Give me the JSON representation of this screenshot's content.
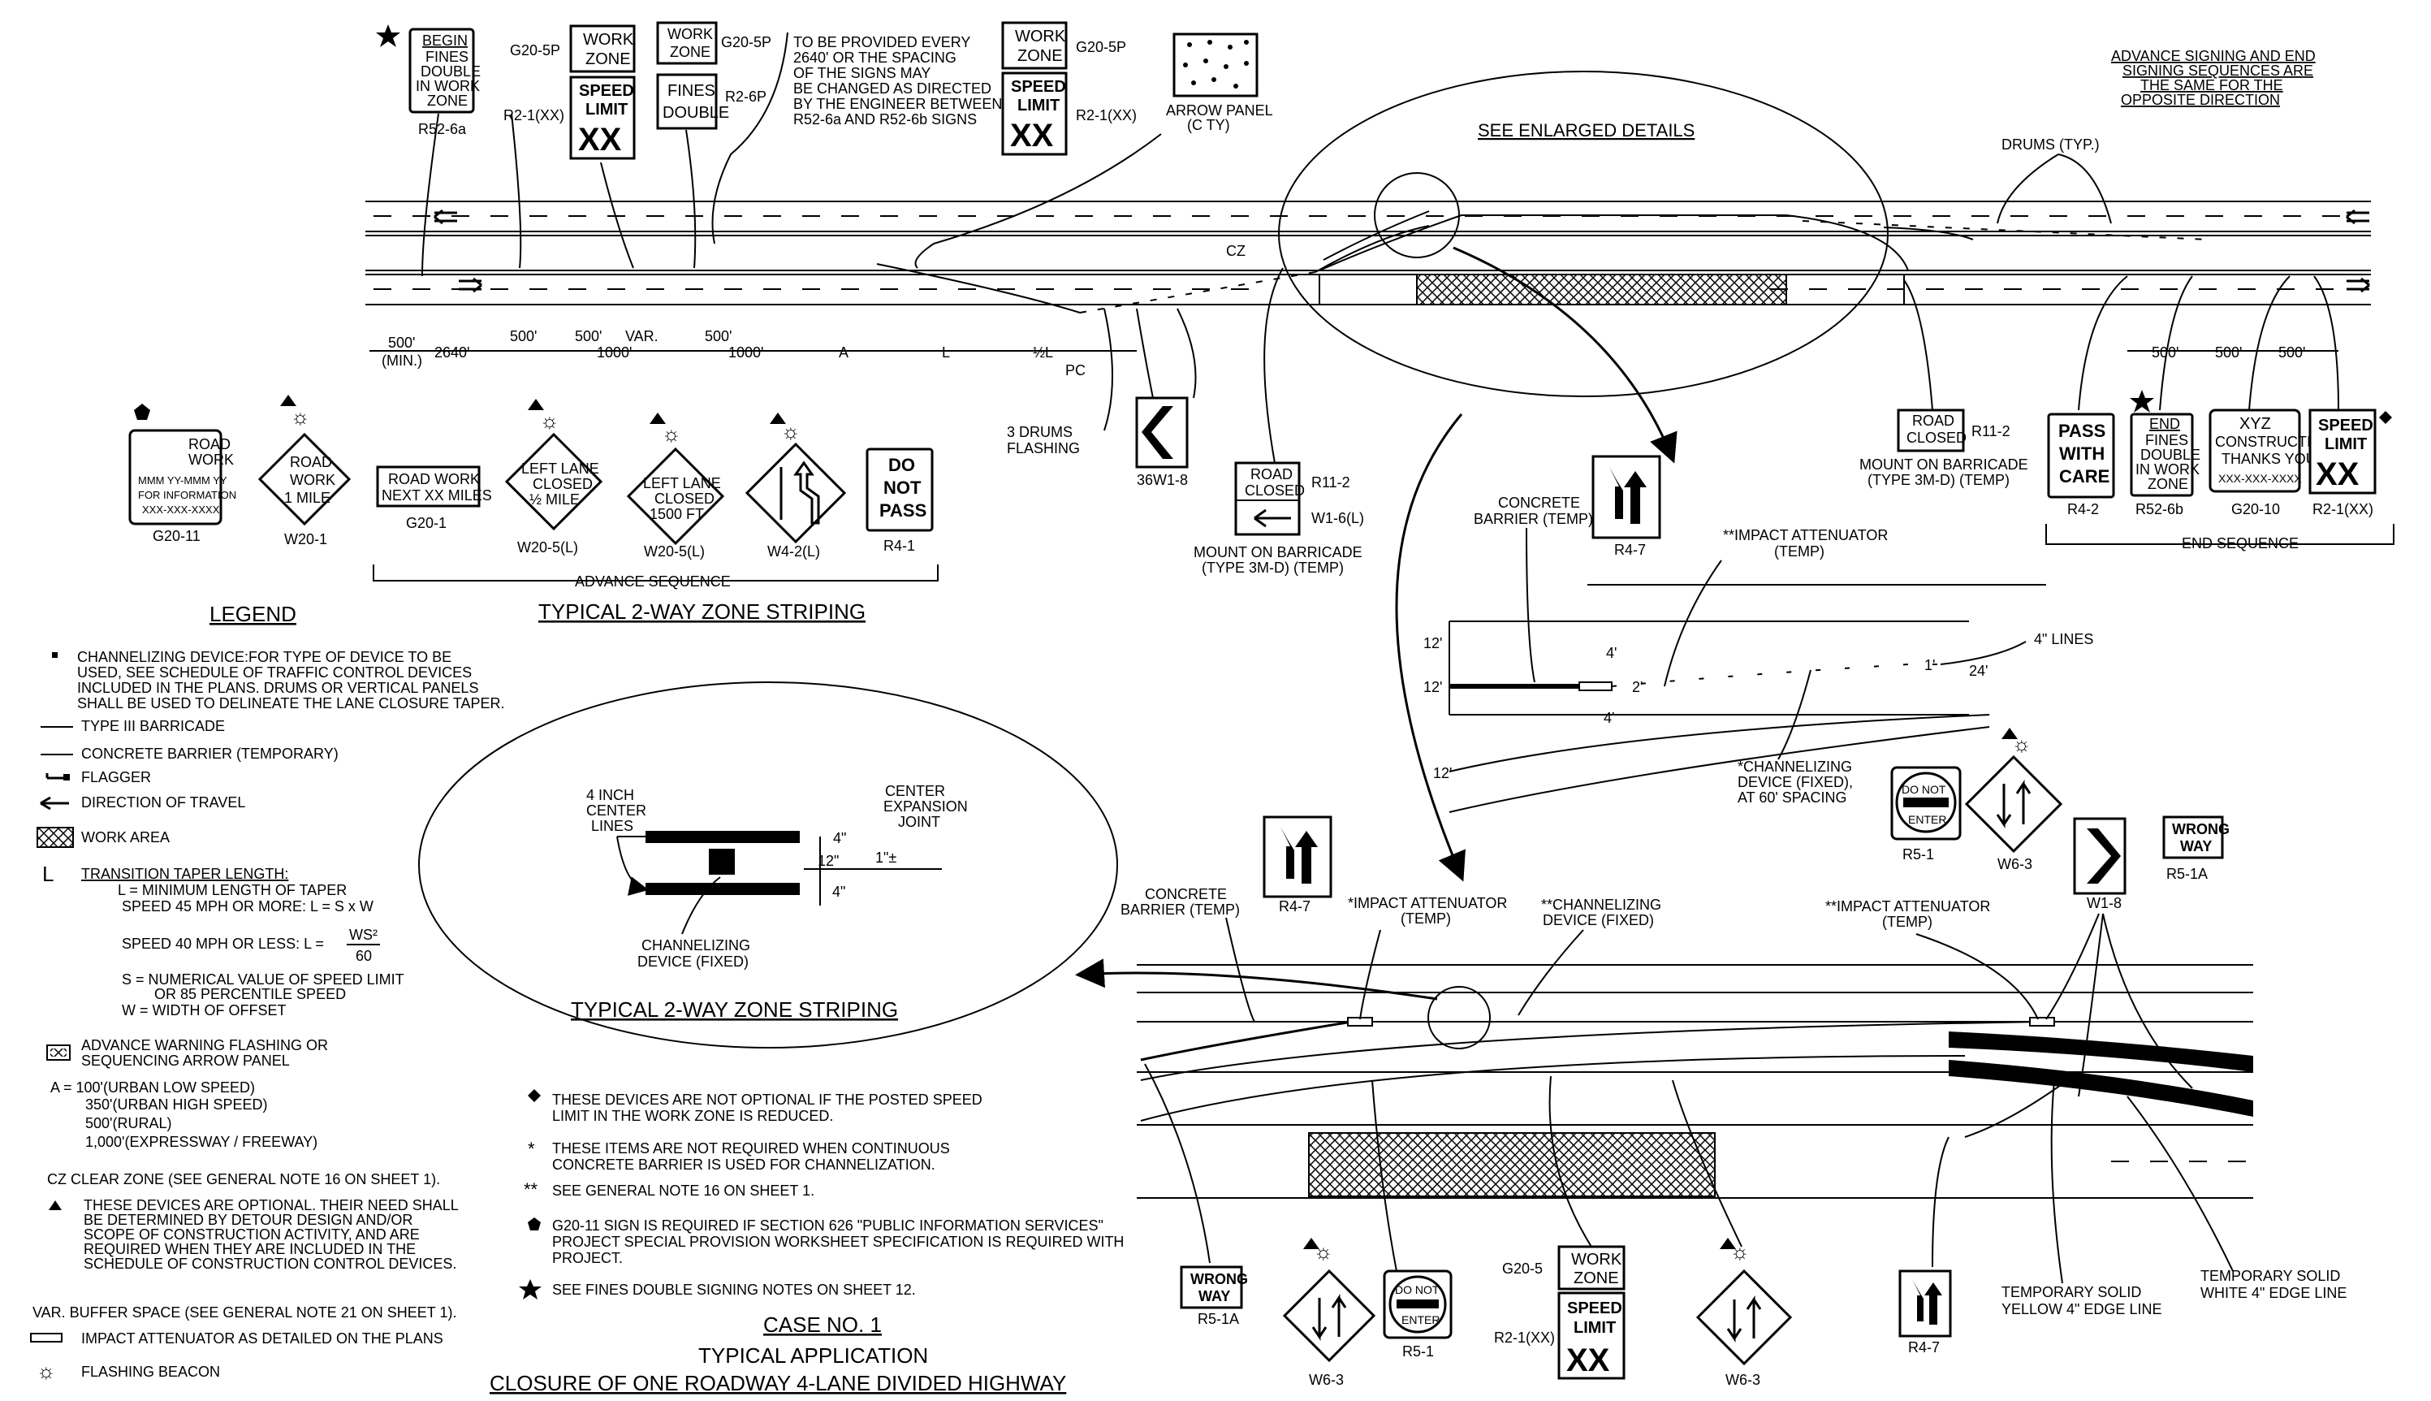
{
  "legend": {
    "title": "LEGEND",
    "channelizing": [
      "CHANNELIZING DEVICE:FOR TYPE OF DEVICE TO BE",
      "USED, SEE SCHEDULE OF TRAFFIC CONTROL DEVICES",
      "INCLUDED IN THE PLANS. DRUMS OR VERTICAL PANELS",
      "SHALL BE USED TO DELINEATE THE LANE CLOSURE TAPER."
    ],
    "barricade": "TYPE III BARRICADE",
    "concrete": "CONCRETE BARRIER (TEMPORARY)",
    "flagger": "FLAGGER",
    "direction": "DIRECTION OF TRAVEL",
    "work_area": "WORK AREA",
    "L_symbol": "L",
    "taper": [
      "TRANSITION TAPER LENGTH:",
      "L = MINIMUM LENGTH OF TAPER",
      "SPEED 45 MPH OR MORE: L = S x W",
      "SPEED 40 MPH OR LESS: L =",
      "WS²",
      "60",
      "S = NUMERICAL VALUE OF SPEED LIMIT",
      "OR 85 PERCENTILE SPEED",
      "W = WIDTH OF OFFSET"
    ],
    "advance": [
      "ADVANCE WARNING FLASHING OR",
      "SEQUENCING ARROW PANEL"
    ],
    "A_vals": [
      "A = 100'(URBAN LOW SPEED)",
      "350'(URBAN HIGH SPEED)",
      "500'(RURAL)",
      "1,000'(EXPRESSWAY / FREEWAY)"
    ],
    "cz": "CZ  CLEAR ZONE (SEE GENERAL NOTE 16 ON SHEET 1).",
    "optional": [
      "THESE DEVICES ARE OPTIONAL. THEIR NEED SHALL",
      "BE DETERMINED BY DETOUR DESIGN AND/OR",
      "SCOPE OF CONSTRUCTION ACTIVITY, AND ARE",
      "REQUIRED WHEN THEY ARE INCLUDED IN THE",
      "SCHEDULE OF CONSTRUCTION CONTROL DEVICES."
    ],
    "var": "VAR.  BUFFER SPACE (SEE GENERAL NOTE 21 ON SHEET 1).",
    "attenuator": "IMPACT ATTENUATOR AS DETAILED ON THE PLANS",
    "beacon": "FLASHING BEACON"
  },
  "notes": {
    "diamond": [
      "THESE DEVICES ARE NOT OPTIONAL IF THE POSTED SPEED",
      "LIMIT IN THE WORK ZONE IS REDUCED."
    ],
    "star1": [
      "THESE ITEMS ARE NOT REQUIRED WHEN CONTINUOUS",
      "CONCRETE BARRIER IS USED FOR CHANNELIZATION."
    ],
    "star2": "SEE GENERAL NOTE 16 ON SHEET 1.",
    "pentagon": [
      "G20-11 SIGN IS REQUIRED IF SECTION 626 \"PUBLIC INFORMATION SERVICES\"",
      "PROJECT SPECIAL PROVISION WORKSHEET SPECIFICATION IS REQUIRED WITH",
      "PROJECT."
    ],
    "fines": "SEE FINES DOUBLE SIGNING NOTES ON SHEET 12."
  },
  "titles": {
    "case": "CASE NO. 1",
    "typical": "TYPICAL APPLICATION",
    "closure": "CLOSURE OF ONE ROADWAY 4-LANE DIVIDED HIGHWAY",
    "striping1": "TYPICAL 2-WAY ZONE STRIPING",
    "striping2": "TYPICAL 2-WAY ZONE STRIPING",
    "enlarged": "SEE ENLARGED DETAILS",
    "advance_seq": "ADVANCE SEQUENCE",
    "end_seq": "END SEQUENCE",
    "opposite": [
      "ADVANCE SIGNING AND END",
      "SIGNING SEQUENCES ARE",
      "THE SAME FOR THE",
      "OPPOSITE DIRECTION"
    ]
  },
  "top_signs": {
    "r52_6a": [
      "BEGIN",
      "FINES",
      "DOUBLE",
      "IN WORK",
      "ZONE"
    ],
    "r52_6a_code": "R52-6a",
    "g20_5p_a": "G20-5P",
    "r2_1_a": "R2-1(XX)",
    "work_zone": [
      "WORK",
      "ZONE"
    ],
    "speed_limit": [
      "SPEED",
      "LIMIT",
      "XX"
    ],
    "fines_double": [
      "FINES",
      "DOUBLE"
    ],
    "r2_6p": "R2-6P",
    "g20_5p_b": "G20-5P",
    "spacing_note": [
      "TO BE PROVIDED EVERY",
      "2640' OR THE SPACING",
      "OF THE SIGNS MAY",
      "BE CHANGED AS DIRECTED",
      "BY THE ENGINEER BETWEEN",
      "R52-6a AND R52-6b SIGNS"
    ],
    "g20_5p_c": "G20-5P",
    "r2_1_c": "R2-1(XX)",
    "arrow_panel": [
      "ARROW PANEL",
      "(C TY)"
    ],
    "drums": "DRUMS (TYP.)",
    "cz": "CZ"
  },
  "dims": [
    "500'",
    "(MIN.)",
    "2640'",
    "500'",
    "500'",
    "VAR.",
    "1000'",
    "500'",
    "1000'",
    "A",
    "L",
    "½L",
    "PC",
    "500'",
    "500'",
    "500'"
  ],
  "bottom_signs": {
    "g20_11": [
      "ROAD",
      "WORK",
      "MMM YY-MMM YY",
      "FOR INFORMATION",
      "XXX-XXX-XXXX"
    ],
    "g20_11_code": "G20-11",
    "w20_1": [
      "ROAD",
      "WORK",
      "1 MILE"
    ],
    "w20_1_code": "W20-1",
    "g20_1": [
      "ROAD WORK",
      "NEXT XX MILES"
    ],
    "g20_1_code": "G20-1",
    "w20_5a": [
      "LEFT LANE",
      "CLOSED",
      "½ MILE"
    ],
    "w20_5a_code": "W20-5(L)",
    "w20_5b": [
      "LEFT LANE",
      "CLOSED",
      "1500 FT"
    ],
    "w20_5b_code": "W20-5(L)",
    "w4_2_code": "W4-2(L)",
    "r4_1": [
      "DO",
      "NOT",
      "PASS"
    ],
    "r4_1_code": "R4-1",
    "drums_flashing": [
      "3 DRUMS",
      "FLASHING"
    ],
    "w1_8_code": "36W1-8",
    "r11_2a": [
      "ROAD",
      "CLOSED"
    ],
    "r11_2a_code": "R11-2",
    "w1_6_code": "W1-6(L)",
    "mount_a": [
      "MOUNT ON BARRICADE",
      "(TYPE 3M-D) (TEMP)"
    ],
    "r11_2b_code": "R11-2",
    "mount_b": [
      "MOUNT ON BARRICADE",
      "(TYPE 3M-D) (TEMP)"
    ],
    "r4_2": [
      "PASS",
      "WITH",
      "CARE"
    ],
    "r4_2_code": "R4-2",
    "r52_6b": [
      "END",
      "FINES",
      "DOUBLE",
      "IN WORK",
      "ZONE"
    ],
    "r52_6b_code": "R52-6b",
    "g20_10": [
      "XYZ",
      "CONSTRUCTION",
      "THANKS YOU",
      "XXX-XXX-XXXX"
    ],
    "g20_10_code": "G20-10",
    "r2_1_end_code": "R2-1(XX)"
  },
  "detail1": {
    "concrete": [
      "CONCRETE",
      "BARRIER (TEMP)"
    ],
    "r4_7": "R4-7",
    "attenuator": [
      "**IMPACT ATTENUATOR",
      "(TEMP)"
    ],
    "lines4": "4\" LINES",
    "d12a": "12'",
    "d12b": "12'",
    "d12c": "12'",
    "d4a": "4'",
    "d4b": "4'",
    "d2": "2'",
    "d1": "1'",
    "d24": "24'",
    "channelizing": [
      "*CHANNELIZING",
      "DEVICE (FIXED),",
      "AT 60' SPACING"
    ],
    "r5_1": [
      "DO NOT",
      "ENTER"
    ],
    "r5_1_code": "R5-1",
    "w6_3_code": "W6-3"
  },
  "stripe_detail": {
    "center_lines": [
      "4 INCH",
      "CENTER",
      "LINES"
    ],
    "expansion": [
      "CENTER",
      "EXPANSION",
      "JOINT"
    ],
    "d4a": "4\"",
    "d12": "12\"",
    "d4b": "4\"",
    "d1": "1\"±",
    "channel": [
      "CHANNELIZING",
      "DEVICE (FIXED)"
    ]
  },
  "detail2": {
    "concrete": [
      "CONCRETE",
      "BARRIER (TEMP)"
    ],
    "r4_7_code": "R4-7",
    "attenuator1": [
      "*IMPACT ATTENUATOR",
      "(TEMP)"
    ],
    "channelizing": [
      "**CHANNELIZING",
      "DEVICE (FIXED)"
    ],
    "attenuator2": [
      "**IMPACT ATTENUATOR",
      "(TEMP)"
    ],
    "w1_8_code": "W1-8",
    "wrong_way": [
      "WRONG",
      "WAY"
    ],
    "r5_1a_code": "R5-1A",
    "wrong_way2": [
      "WRONG",
      "WAY"
    ],
    "r5_1a_code2": "R5-1A",
    "w6_3_code": "W6-3",
    "r5_1": [
      "DO NOT",
      "ENTER"
    ],
    "r5_1_code": "R5-1",
    "g20_5_code": "G20-5",
    "r2_1_code": "R2-1(XX)",
    "work_zone": [
      "WORK",
      "ZONE"
    ],
    "speed_limit": [
      "SPEED",
      "LIMIT",
      "XX"
    ],
    "w6_3_code2": "W6-3",
    "r4_7_code2": "R4-7",
    "yellow": [
      "TEMPORARY SOLID",
      "YELLOW 4\" EDGE LINE"
    ],
    "white": [
      "TEMPORARY SOLID",
      "WHITE 4\" EDGE LINE"
    ]
  }
}
